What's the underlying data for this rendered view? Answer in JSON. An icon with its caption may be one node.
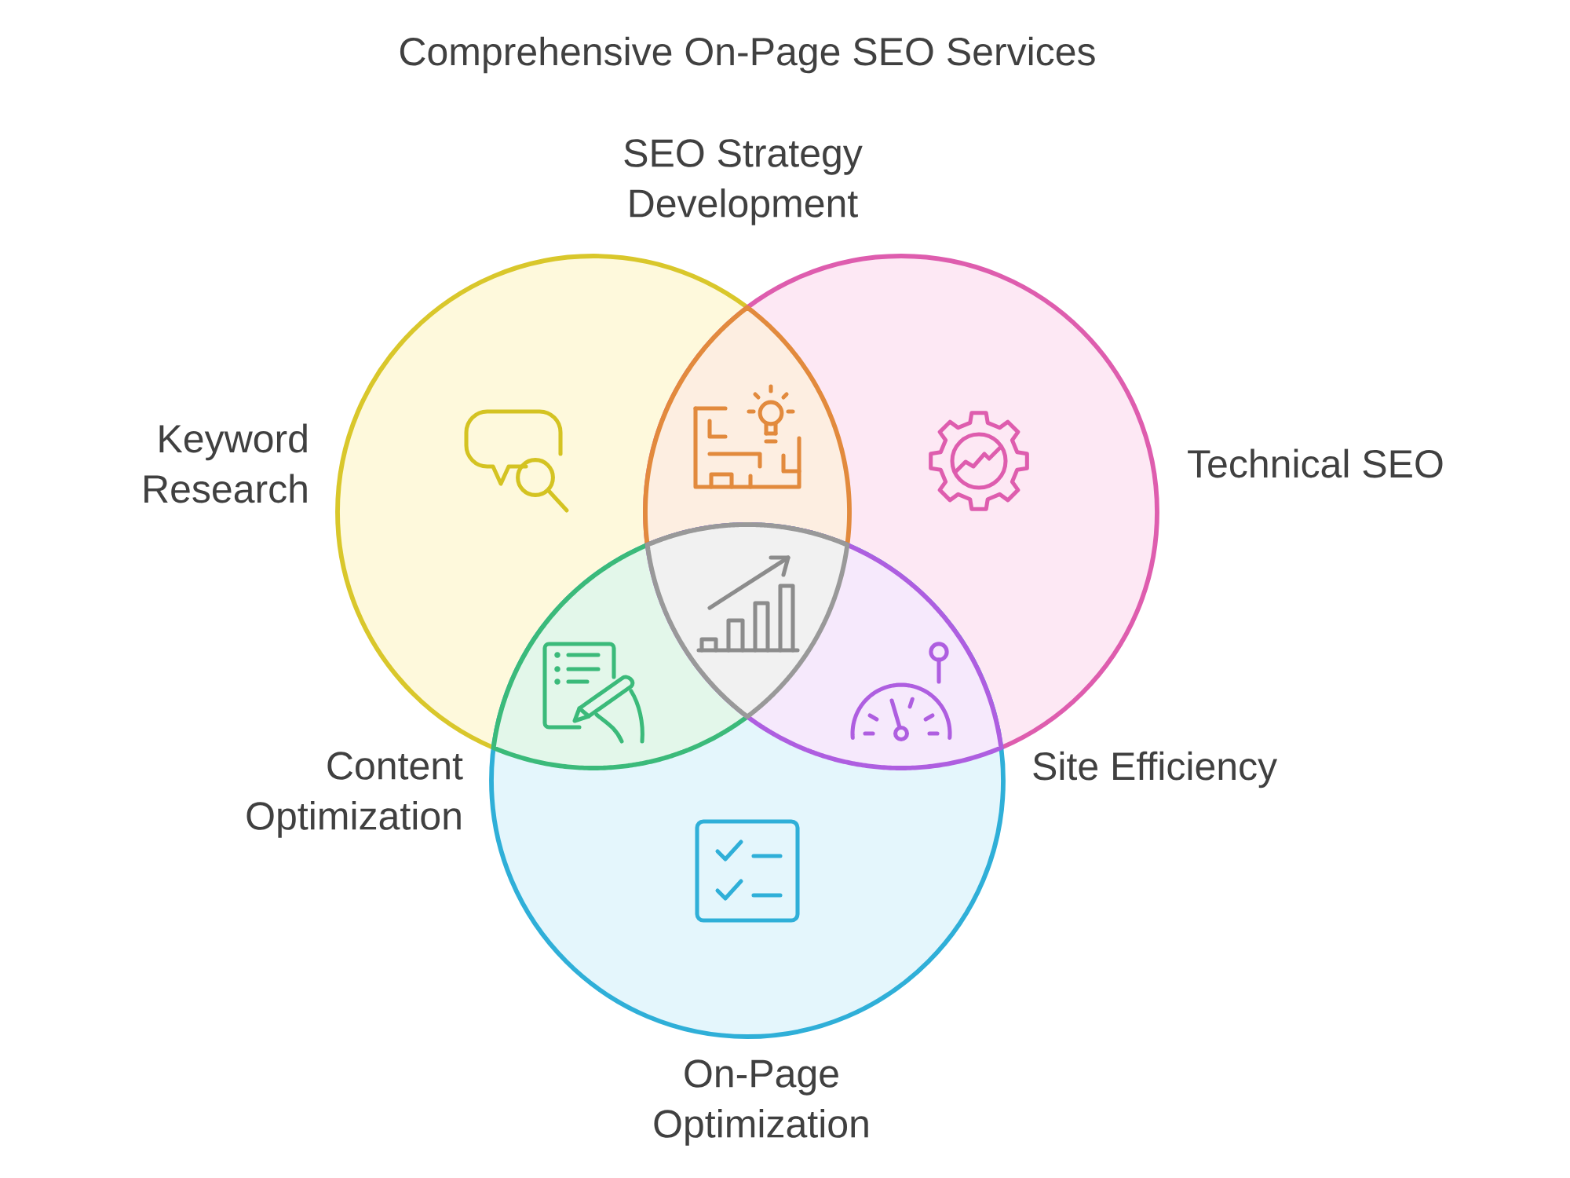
{
  "diagram": {
    "title": "Comprehensive On-Page SEO Services",
    "nodes": [
      {
        "text": [
          "Keyword Research"
        ]
      },
      {
        "text": [
          "Technical SEO"
        ]
      },
      {
        "text": [
          "On-Page Optimization"
        ]
      },
      {
        "text": [
          "SEO Strategy Development"
        ]
      },
      {
        "text": [
          "Content Optimization"
        ]
      },
      {
        "text": [
          "Site Efficiency"
        ]
      },
      {
        "text": [],
        "shape": "triangle"
      }
    ]
  }
}
